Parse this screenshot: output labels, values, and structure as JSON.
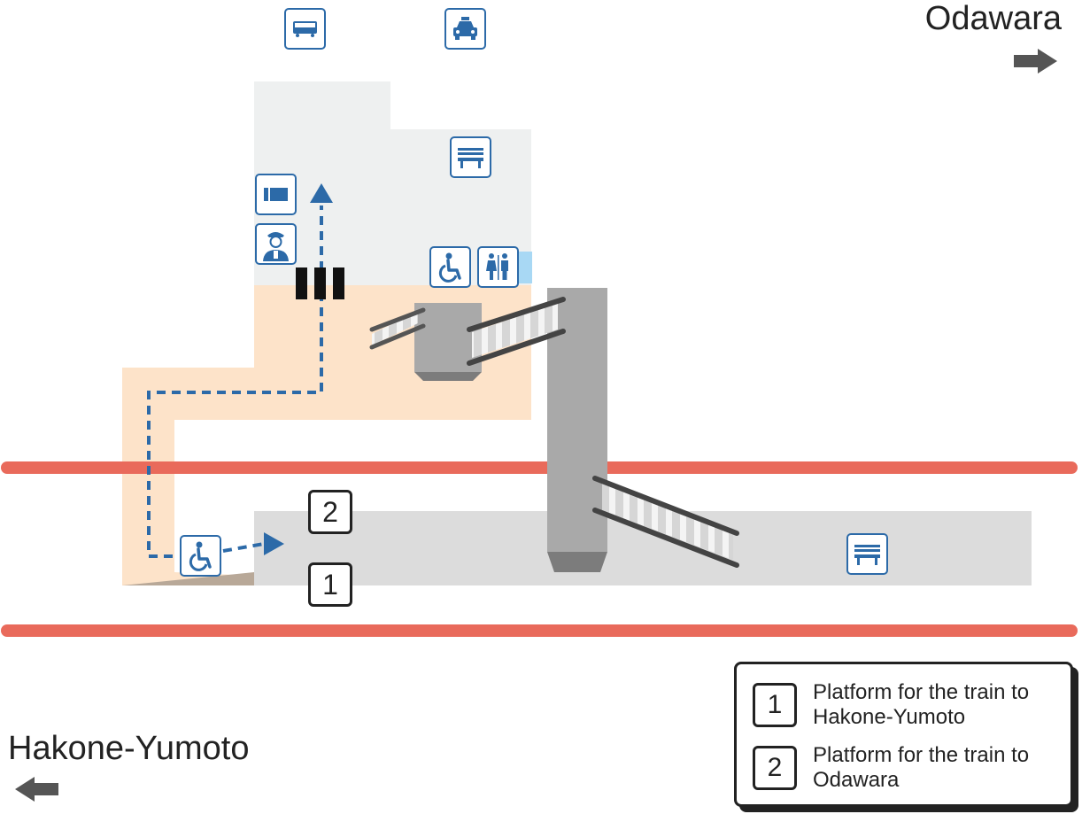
{
  "directions": {
    "right": "Odawara",
    "left": "Hakone-Yumoto"
  },
  "platforms": [
    {
      "number": "2"
    },
    {
      "number": "1"
    }
  ],
  "legend": {
    "items": [
      {
        "number": "1",
        "text": "Platform for the train to Hakone-Yumoto"
      },
      {
        "number": "2",
        "text": "Platform for the train to Odawara"
      }
    ]
  },
  "icons": [
    "bus-icon",
    "taxi-icon",
    "bench-icon",
    "ticket-icon",
    "station-staff-icon",
    "wheelchair-icon",
    "restroom-icon",
    "ticket-gate-icon",
    "elevator-icon",
    "stairs-icon"
  ],
  "colors": {
    "track": "#e96a5b",
    "concourse": "#fde3c9",
    "station_building": "#eef0f0",
    "platform": "#dcdcdc",
    "route": "#2c6aa8",
    "icon_blue": "#2c6aa8",
    "elevator": "#a9a9a9",
    "restroom_blue": "#a8d8f4"
  }
}
